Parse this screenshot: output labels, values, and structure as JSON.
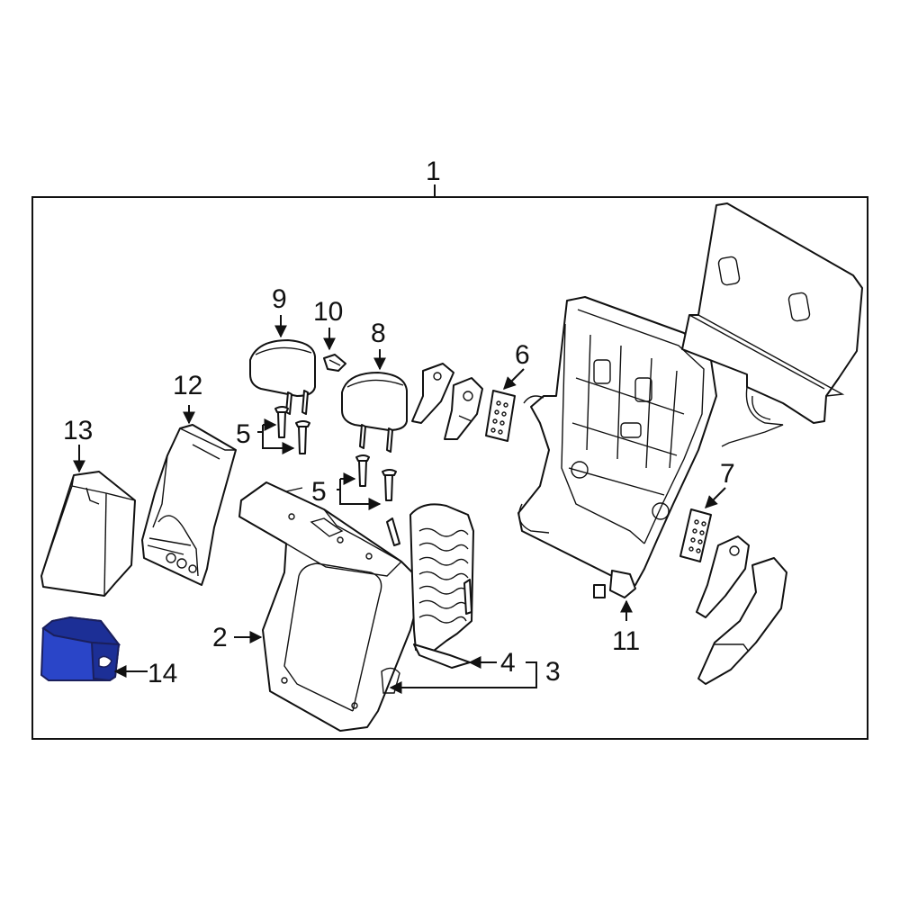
{
  "diagram": {
    "highlight_color": "#2a45c8",
    "highlight_dark": "#1c2f96",
    "callouts": {
      "c1": "1",
      "c2": "2",
      "c3": "3",
      "c4": "4",
      "c5a": "5",
      "c5b": "5",
      "c6": "6",
      "c7": "7",
      "c8": "8",
      "c9": "9",
      "c10": "10",
      "c11": "11",
      "c12": "12",
      "c13": "13",
      "c14": "14"
    }
  }
}
